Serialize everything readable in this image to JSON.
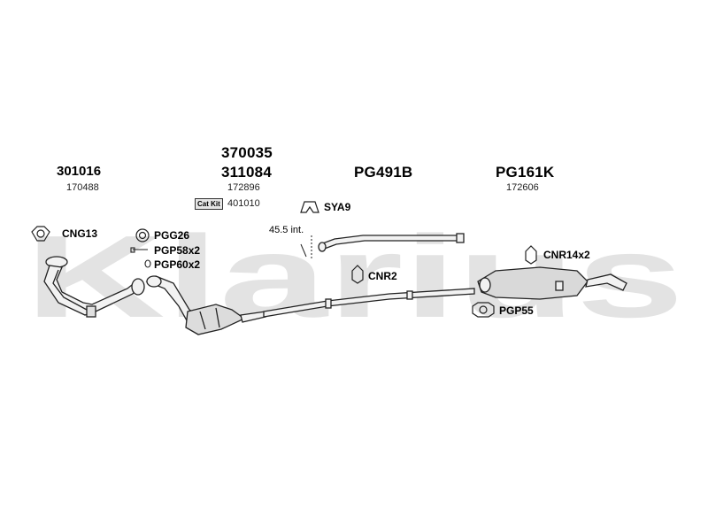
{
  "watermark": "Klarius",
  "parts": {
    "front_pipe": {
      "code": "301016",
      "number": "170488"
    },
    "catalyst": {
      "code_alt": "370035",
      "code": "311084",
      "number": "172896",
      "catkit_badge": "Cat Kit",
      "catkit_number": "401010"
    },
    "middle": {
      "code": "PG491B"
    },
    "rear": {
      "code": "PG161K",
      "number": "172606"
    }
  },
  "fittings": {
    "cng13": "CNG13",
    "pgg26": "PGG26",
    "pgp58": "PGP58x2",
    "pgp60": "PGP60x2",
    "sya9": "SYA9",
    "cnr2": "CNR2",
    "cnr14": "CNR14x2",
    "pgp55": "PGP55"
  },
  "dimension": "45.5 int.",
  "colors": {
    "watermark": "#e3e3e3",
    "line": "#222222",
    "pipe_fill": "#f2f2f2",
    "muffler_fill": "#d9d9d9"
  }
}
